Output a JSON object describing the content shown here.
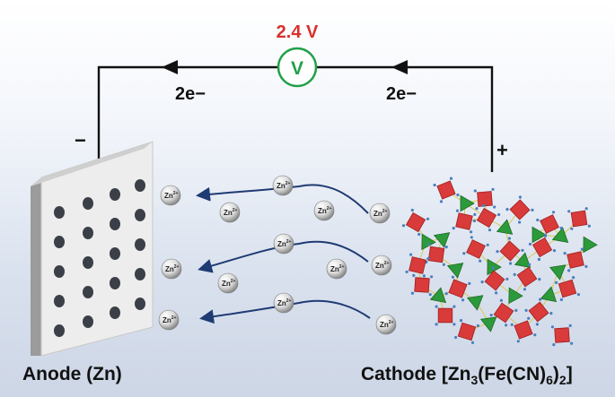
{
  "voltage": "2.4 V",
  "meter_symbol": "V",
  "electron_label_left": "2e−",
  "electron_label_right": "2e−",
  "minus_sign": "−",
  "plus_sign": "+",
  "anode_label": "Anode (Zn)",
  "cathode_label": {
    "prefix": "Cathode [Zn",
    "sub1": "3",
    "mid": "(Fe(CN)",
    "sub2": "6",
    ")": ")",
    "sub3": "2",
    "suffix": "]"
  },
  "ion_label": {
    "base": "Zn",
    "charge": "2+"
  },
  "colors": {
    "voltage": "#d9302c",
    "meter": "#21a04a",
    "wire": "#111111",
    "arrow": "#1f3b73",
    "ion": "#f0f0f0",
    "octahedron": "#d93a3a",
    "tetrahedron": "#2c9a3a",
    "plate": "#ededed",
    "dot": "#3b3f47"
  }
}
